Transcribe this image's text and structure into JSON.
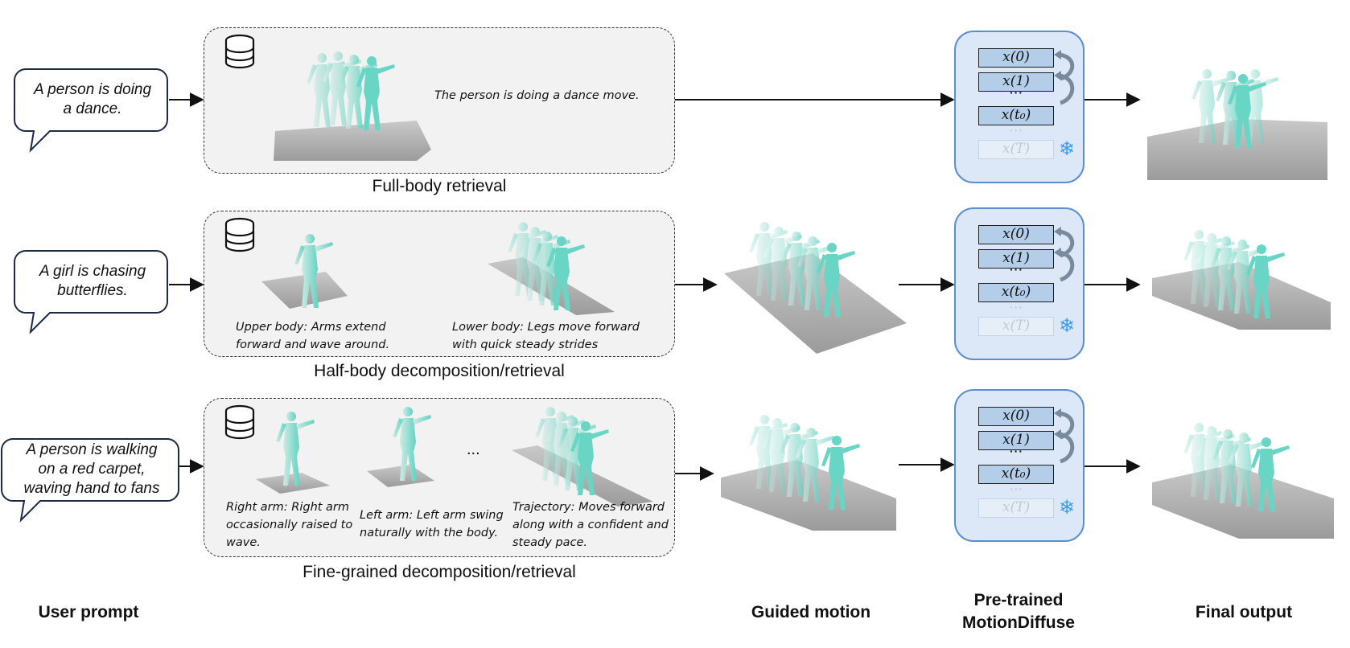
{
  "rows": [
    {
      "prompt": [
        "A person is doing",
        "a dance."
      ],
      "retrieval_label": "Full-body retrieval",
      "descriptions": [
        "The person is doing a dance move."
      ]
    },
    {
      "prompt": [
        "A girl is chasing",
        "butterflies."
      ],
      "retrieval_label": "Half-body decomposition/retrieval",
      "descriptions": [
        "Upper body: Arms extend forward and wave around.",
        "Lower body: Legs move forward with quick steady strides"
      ]
    },
    {
      "prompt": [
        "A person is walking",
        "on a red carpet,",
        "waving hand to fans"
      ],
      "retrieval_label": "Fine-grained decomposition/retrieval",
      "descriptions": [
        "Right arm: Right arm occasionally raised to wave.",
        "Left arm: Left arm swing naturally with the body.",
        "Trajectory: Moves forward along with a confident and steady pace."
      ],
      "ellipsis": "..."
    }
  ],
  "diffusion_steps": [
    "x(0)",
    "x(1)",
    "x(t₀)",
    "x(T)"
  ],
  "column_labels": {
    "user_prompt": "User prompt",
    "guided_motion": "Guided motion",
    "pretrained_line1": "Pre-trained",
    "pretrained_line2": "MotionDiffuse",
    "final_output": "Final output"
  },
  "icons": [
    "database-icon",
    "snowflake-icon",
    "curved-arrow-icon"
  ],
  "colors": {
    "figure": "#6fd6c4",
    "box_fill": "#dce8f7",
    "box_border": "#5b8fd0",
    "cell_fill": "#b4cde9",
    "snowflake": "#3a9bef"
  }
}
